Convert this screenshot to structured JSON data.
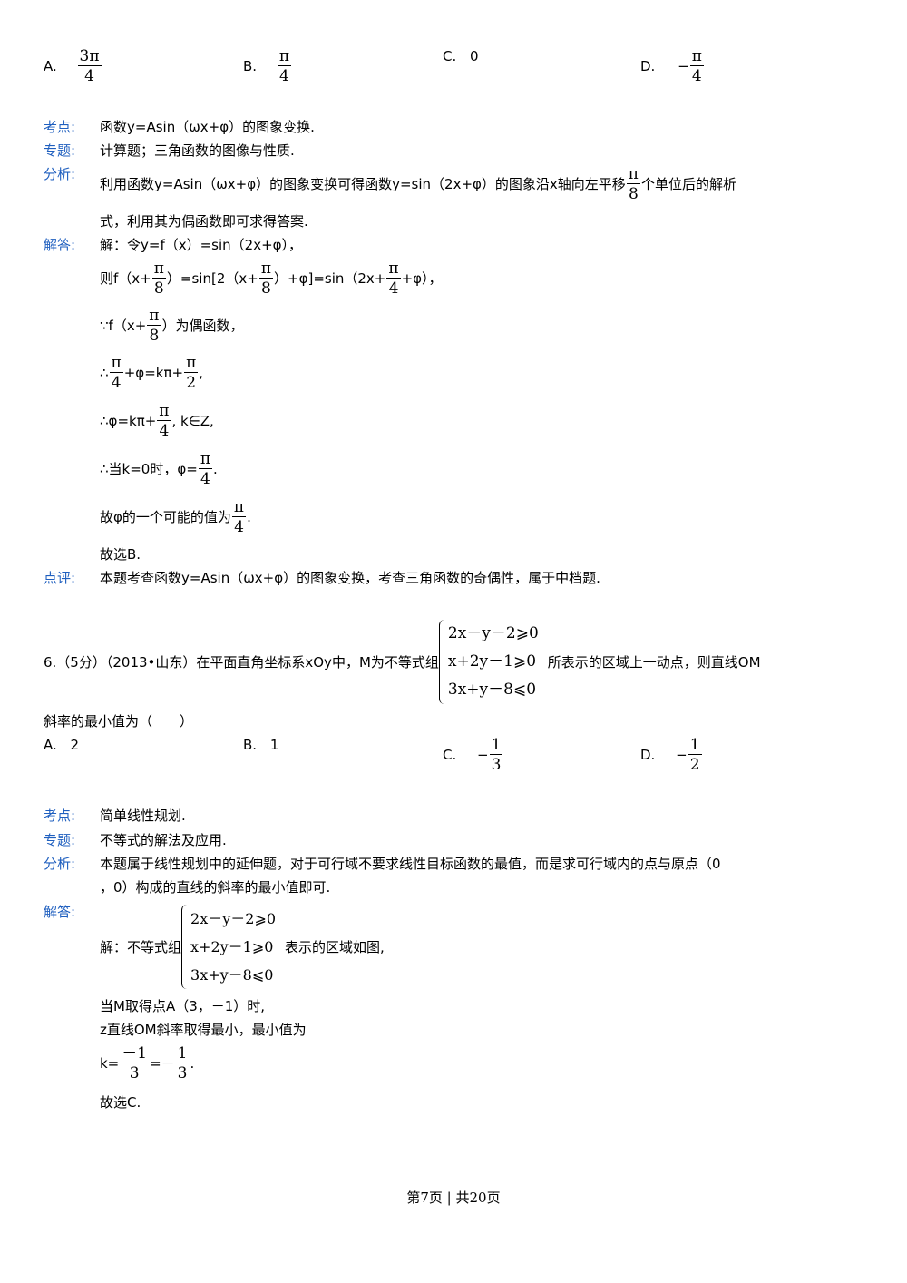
{
  "q5": {
    "options": {
      "a_label": "A.",
      "a_num": "3π",
      "a_den": "4",
      "b_label": "B.",
      "b_num": "π",
      "b_den": "4",
      "c_label": "C.",
      "c_val": "0",
      "d_label": "D.",
      "d_sign": "−",
      "d_num": "π",
      "d_den": "4"
    },
    "kaodian_label": "考点:",
    "kaodian": "函数y=Asin（ωx+φ）的图象变换.",
    "zhuanti_label": "专题:",
    "zhuanti": "计算题；三角函数的图像与性质.",
    "fenxi_label": "分析:",
    "fenxi_1a": "利用函数y=Asin（ωx+φ）的图象变换可得函数y=sin（2x+φ）的图象沿x轴向左平移",
    "fenxi_1_num": "π",
    "fenxi_1_den": "8",
    "fenxi_1b": "个单位后的解析",
    "fenxi_2": "式，利用其为偶函数即可求得答案.",
    "jieda_label": "解答:",
    "s1": "解：令y=f（x）=sin（2x+φ），",
    "s2a": "则f（x+",
    "s2_n1": "π",
    "s2_d1": "8",
    "s2b": "）=sin[2（x+",
    "s2_n2": "π",
    "s2_d2": "8",
    "s2c": "）+φ]=sin（2x+",
    "s2_n3": "π",
    "s2_d3": "4",
    "s2d": "+φ），",
    "s3a": "∵f（x+",
    "s3_n": "π",
    "s3_d": "8",
    "s3b": "）为偶函数，",
    "s4a": "∴",
    "s4_n1": "π",
    "s4_d1": "4",
    "s4b": "+φ=kπ+",
    "s4_n2": "π",
    "s4_d2": "2",
    "s4c": ",",
    "s5a": "∴φ=kπ+",
    "s5_n": "π",
    "s5_d": "4",
    "s5b": ", k∈Z,",
    "s6a": "∴当k=0时，φ=",
    "s6_n": "π",
    "s6_d": "4",
    "s6b": ".",
    "s7a": "故φ的一个可能的值为",
    "s7_n": "π",
    "s7_d": "4",
    "s7b": ".",
    "s8": "故选B.",
    "dianping_label": "点评:",
    "dianping": "本题考查函数y=Asin（ωx+φ）的图象变换，考查三角函数的奇偶性，属于中档题."
  },
  "q6": {
    "stem_a": "6.（5分）（2013•山东）在平面直角坐标系xOy中，M为不等式组",
    "sys1": "2x－y－2⩾0",
    "sys2": "x+2y－1⩾0",
    "sys3": "3x+y－8⩽0",
    "stem_b": "所表示的区域上一动点，则直线OM",
    "stem_c": "斜率的最小值为（　　）",
    "options": {
      "a_label": "A.",
      "a_val": "2",
      "b_label": "B.",
      "b_val": "1",
      "c_label": "C.",
      "c_sign": "−",
      "c_num": "1",
      "c_den": "3",
      "d_label": "D.",
      "d_sign": "−",
      "d_num": "1",
      "d_den": "2"
    },
    "kaodian_label": "考点:",
    "kaodian": "简单线性规划.",
    "zhuanti_label": "专题:",
    "zhuanti": "不等式的解法及应用.",
    "fenxi_label": "分析:",
    "fenxi_1": "本题属于线性规划中的延伸题，对于可行域不要求线性目标函数的最值，而是求可行域内的点与原点（0",
    "fenxi_2": "，0）构成的直线的斜率的最小值即可.",
    "jieda_label": "解答:",
    "j1a": "解：不等式组",
    "j1b": "表示的区域如图,",
    "j2": "当M取得点A（3，－1）时,",
    "j3": "z直线OM斜率取得最小，最小值为",
    "j4a": "k=",
    "j4_n1": "－1",
    "j4_d1": "3",
    "j4b": "=－",
    "j4_n2": "1",
    "j4_d2": "3",
    "j4c": ".",
    "j5": "故选C."
  },
  "footer": "第7页 | 共20页"
}
